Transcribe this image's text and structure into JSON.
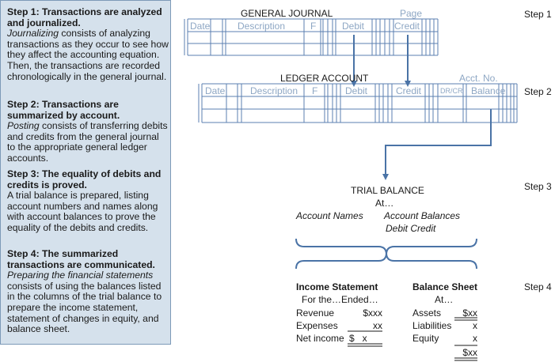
{
  "steps": [
    {
      "heading": "Step 1:  Transactions are analyzed and journalized.",
      "term": "Journalizing",
      "body": " consists of analyzing transactions as they occur to see how they affect the accounting equation.  Then, the transactions are recorded chronologically in the general journal."
    },
    {
      "heading": "Step 2:  Transactions are summarized by account.",
      "term": "Posting",
      "body": " consists of transferring debits and credits from the general journal to the appropriate general ledger accounts."
    },
    {
      "heading": "Step 3:  The equality of debits and credits is proved.",
      "term": "",
      "body": "A trial balance is prepared, listing account numbers and names along with account balances to prove the equality of the debits and credits."
    },
    {
      "heading": "Step 4:  The summarized transactions are communicated.",
      "term": "Preparing the financial statements",
      "body": " consists of using the balances listed in the columns of the trial balance to prepare the income statement, statement of changes in equity, and balance sheet."
    }
  ],
  "step_labels": [
    "Step 1",
    "Step 2",
    "Step 3",
    "Step 4"
  ],
  "journal": {
    "title": "GENERAL JOURNAL",
    "page_label": "Page",
    "columns": [
      "Date",
      "Description",
      "F",
      "Debit",
      "Credit"
    ]
  },
  "ledger": {
    "title": "LEDGER ACCOUNT",
    "acct_label": "Acct. No.",
    "columns": [
      "Date",
      "Description",
      "F",
      "Debit",
      "Credit",
      "DR/CR",
      "Balance"
    ]
  },
  "trial_balance": {
    "title": "TRIAL BALANCE",
    "at": "At…",
    "account_names": "Account Names",
    "account_balances": "Account Balances",
    "debit_credit": "Debit  Credit"
  },
  "income_statement": {
    "title": "Income Statement",
    "period": "For the…Ended…",
    "rows": [
      {
        "label": "Revenue",
        "value": "$xxx"
      },
      {
        "label": "Expenses",
        "value": "xx"
      },
      {
        "label": "Net income",
        "value": "$   x"
      }
    ]
  },
  "balance_sheet": {
    "title": "Balance Sheet",
    "at": "At…",
    "rows": [
      {
        "label": "Assets",
        "value": "$xx"
      },
      {
        "label": "Liabilities",
        "value": "x"
      },
      {
        "label": "Equity",
        "value": "x"
      }
    ],
    "total": "$xx"
  },
  "colors": {
    "sidebar_bg": "#d5e1ec",
    "sidebar_border": "#7d9ab8",
    "line_blue": "#5b7fb0",
    "faint_text": "#8ea7c4",
    "arrow": "#4a73a6"
  }
}
